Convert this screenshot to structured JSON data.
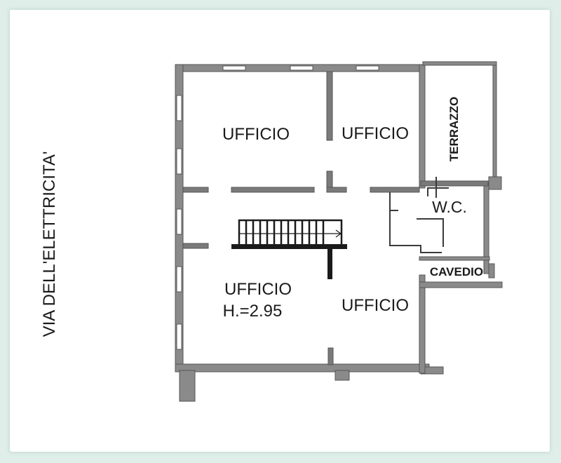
{
  "street": "VIA DELL'ELETTRICITA'",
  "rooms": {
    "office_top_left": "UFFICIO",
    "office_top_right": "UFFICIO",
    "office_bottom_left": "UFFICIO",
    "office_bottom_left_height": "H.=2.95",
    "office_bottom_right": "UFFICIO",
    "terrace": "TERRAZZO",
    "wc": "W.C.",
    "shaft": "CAVEDIO"
  },
  "colors": {
    "background": "#dfeee8",
    "paper": "#ffffff",
    "wall": "#8a8a8a",
    "wall_dark": "#4a4a4a",
    "ink": "#1a1a1a"
  }
}
